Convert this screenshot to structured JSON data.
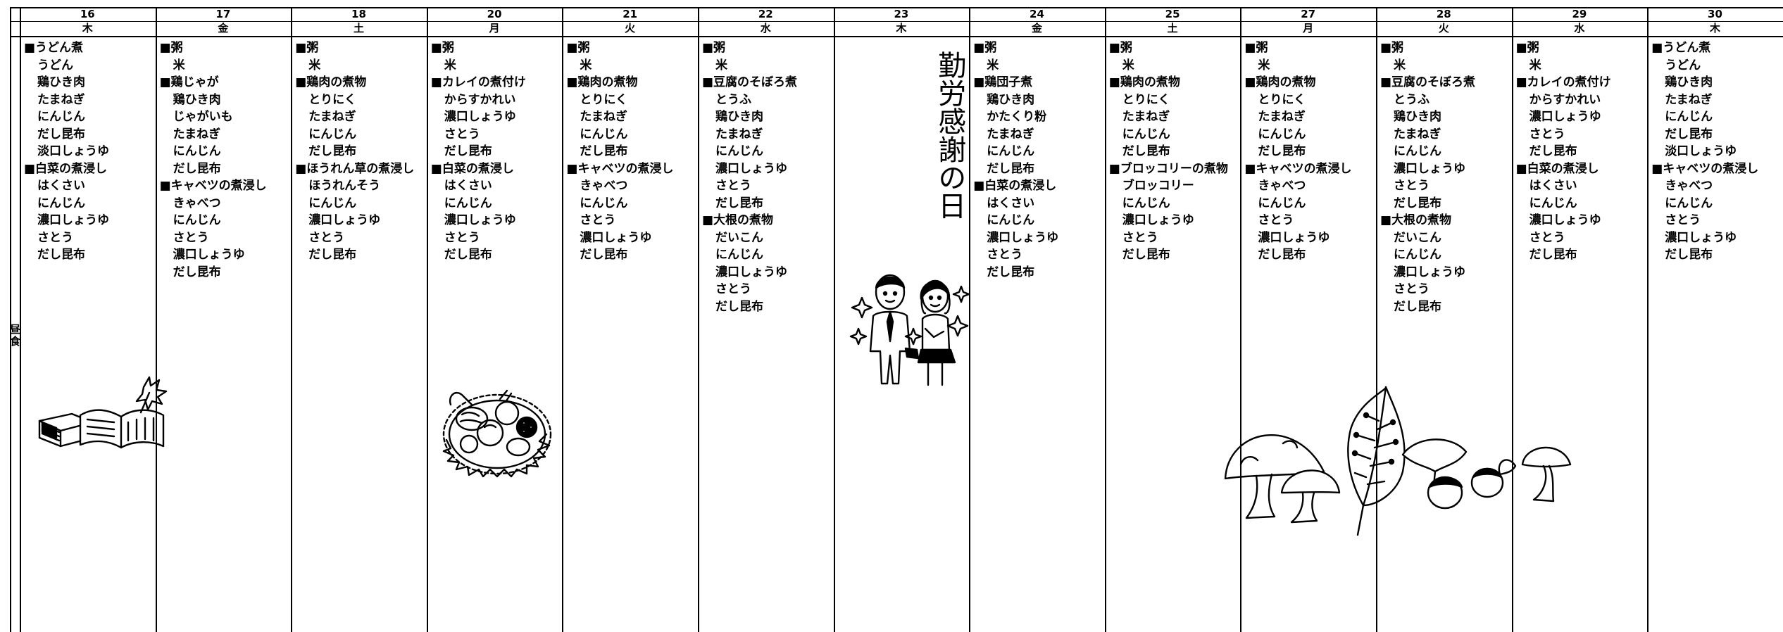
{
  "meal_label": "昼食",
  "days": [
    {
      "date": "16",
      "weekday": "木",
      "menu": [
        {
          "dish": "■うどん煮",
          "ingredients": [
            "うどん",
            "鶏ひき肉",
            "たまねぎ",
            "にんじん",
            "だし昆布",
            "淡口しょうゆ"
          ]
        },
        {
          "dish": "■白菜の煮浸し",
          "ingredients": [
            "はくさい",
            "にんじん",
            "濃口しょうゆ",
            "さとう",
            "だし昆布"
          ]
        }
      ]
    },
    {
      "date": "17",
      "weekday": "金",
      "menu": [
        {
          "dish": "■粥",
          "ingredients": [
            "米"
          ]
        },
        {
          "dish": "■鶏じゃが",
          "ingredients": [
            "鶏ひき肉",
            "じゃがいも",
            "たまねぎ",
            "にんじん",
            "だし昆布"
          ]
        },
        {
          "dish": "■キャベツの煮浸し",
          "ingredients": [
            "きゃべつ",
            "にんじん",
            "さとう",
            "濃口しょうゆ",
            "だし昆布"
          ]
        }
      ]
    },
    {
      "date": "18",
      "weekday": "土",
      "menu": [
        {
          "dish": "■粥",
          "ingredients": [
            "米"
          ]
        },
        {
          "dish": "■鶏肉の煮物",
          "ingredients": [
            "とりにく",
            "たまねぎ",
            "にんじん",
            "だし昆布"
          ]
        },
        {
          "dish": "■ほうれん草の煮浸し",
          "ingredients": [
            "ほうれんそう",
            "にんじん",
            "濃口しょうゆ",
            "さとう",
            "だし昆布"
          ]
        }
      ]
    },
    {
      "date": "20",
      "weekday": "月",
      "menu": [
        {
          "dish": "■粥",
          "ingredients": [
            "米"
          ]
        },
        {
          "dish": "■カレイの煮付け",
          "ingredients": [
            "からすかれい",
            "濃口しょうゆ",
            "さとう",
            "だし昆布"
          ]
        },
        {
          "dish": "■白菜の煮浸し",
          "ingredients": [
            "はくさい",
            "にんじん",
            "濃口しょうゆ",
            "さとう",
            "だし昆布"
          ]
        }
      ]
    },
    {
      "date": "21",
      "weekday": "火",
      "menu": [
        {
          "dish": "■粥",
          "ingredients": [
            "米"
          ]
        },
        {
          "dish": "■鶏肉の煮物",
          "ingredients": [
            "とりにく",
            "たまねぎ",
            "にんじん",
            "だし昆布"
          ]
        },
        {
          "dish": "■キャベツの煮浸し",
          "ingredients": [
            "きゃべつ",
            "にんじん",
            "さとう",
            "濃口しょうゆ",
            "だし昆布"
          ]
        }
      ]
    },
    {
      "date": "22",
      "weekday": "水",
      "menu": [
        {
          "dish": "■粥",
          "ingredients": [
            "米"
          ]
        },
        {
          "dish": "■豆腐のそぼろ煮",
          "ingredients": [
            "とうふ",
            "鶏ひき肉",
            "たまねぎ",
            "にんじん",
            "濃口しょうゆ",
            "さとう",
            "だし昆布"
          ]
        },
        {
          "dish": "■大根の煮物",
          "ingredients": [
            "だいこん",
            "にんじん",
            "濃口しょうゆ",
            "さとう",
            "だし昆布"
          ]
        }
      ]
    },
    {
      "date": "23",
      "weekday": "木",
      "holiday": "勤労感謝の日",
      "menu": []
    },
    {
      "date": "24",
      "weekday": "金",
      "menu": [
        {
          "dish": "■粥",
          "ingredients": [
            "米"
          ]
        },
        {
          "dish": "■鶏団子煮",
          "ingredients": [
            "鶏ひき肉",
            "かたくり粉",
            "たまねぎ",
            "にんじん",
            "だし昆布"
          ]
        },
        {
          "dish": "■白菜の煮浸し",
          "ingredients": [
            "はくさい",
            "にんじん",
            "濃口しょうゆ",
            "さとう",
            "だし昆布"
          ]
        }
      ]
    },
    {
      "date": "25",
      "weekday": "土",
      "menu": [
        {
          "dish": "■粥",
          "ingredients": [
            "米"
          ]
        },
        {
          "dish": "■鶏肉の煮物",
          "ingredients": [
            "とりにく",
            "たまねぎ",
            "にんじん",
            "だし昆布"
          ]
        },
        {
          "dish": "■ブロッコリーの煮物",
          "ingredients": [
            "ブロッコリー",
            "にんじん",
            "濃口しょうゆ",
            "さとう",
            "だし昆布"
          ]
        }
      ]
    },
    {
      "date": "27",
      "weekday": "月",
      "menu": [
        {
          "dish": "■粥",
          "ingredients": [
            "米"
          ]
        },
        {
          "dish": "■鶏肉の煮物",
          "ingredients": [
            "とりにく",
            "たまねぎ",
            "にんじん",
            "だし昆布"
          ]
        },
        {
          "dish": "■キャベツの煮浸し",
          "ingredients": [
            "きゃべつ",
            "にんじん",
            "さとう",
            "濃口しょうゆ",
            "だし昆布"
          ]
        }
      ]
    },
    {
      "date": "28",
      "weekday": "火",
      "menu": [
        {
          "dish": "■粥",
          "ingredients": [
            "米"
          ]
        },
        {
          "dish": "■豆腐のそぼろ煮",
          "ingredients": [
            "とうふ",
            "鶏ひき肉",
            "たまねぎ",
            "にんじん",
            "濃口しょうゆ",
            "さとう",
            "だし昆布"
          ]
        },
        {
          "dish": "■大根の煮物",
          "ingredients": [
            "だいこん",
            "にんじん",
            "濃口しょうゆ",
            "さとう",
            "だし昆布"
          ]
        }
      ]
    },
    {
      "date": "29",
      "weekday": "水",
      "menu": [
        {
          "dish": "■粥",
          "ingredients": [
            "米"
          ]
        },
        {
          "dish": "■カレイの煮付け",
          "ingredients": [
            "からすかれい",
            "濃口しょうゆ",
            "さとう",
            "だし昆布"
          ]
        },
        {
          "dish": "■白菜の煮浸し",
          "ingredients": [
            "はくさい",
            "にんじん",
            "濃口しょうゆ",
            "さとう",
            "だし昆布"
          ]
        }
      ]
    },
    {
      "date": "30",
      "weekday": "木",
      "menu": [
        {
          "dish": "■うどん煮",
          "ingredients": [
            "うどん",
            "鶏ひき肉",
            "たまねぎ",
            "にんじん",
            "だし昆布",
            "淡口しょうゆ"
          ]
        },
        {
          "dish": "■キャベツの煮浸し",
          "ingredients": [
            "きゃべつ",
            "にんじん",
            "さとう",
            "濃口しょうゆ",
            "だし昆布"
          ]
        }
      ]
    }
  ]
}
